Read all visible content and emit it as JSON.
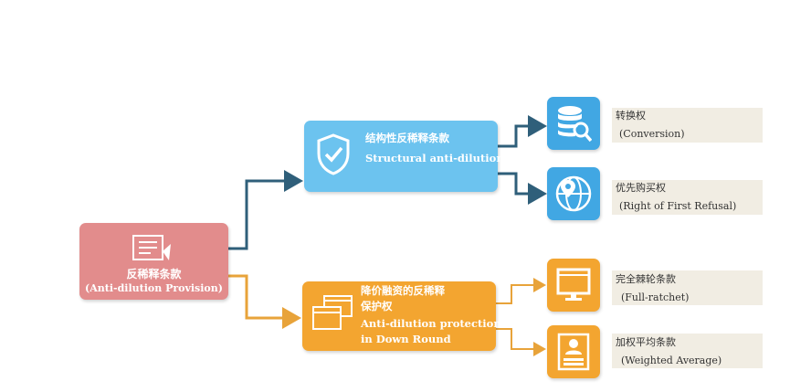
{
  "root": {
    "cn": "反稀释条款",
    "en": "(Anti-dilution Provision)"
  },
  "structural": {
    "cn": "结构性反稀释条款",
    "en": "Structural  anti-dilution"
  },
  "down_round": {
    "cn1": "降价融资的反稀释",
    "cn2": "保护权",
    "en1": "Anti-dilution protection",
    "en2": "in Down Round"
  },
  "leaves": [
    {
      "cn": "转换权",
      "en": "(Conversion)",
      "icon": "database-search-icon"
    },
    {
      "cn": "优先购买权",
      "en": "(Right  of First Refusal)",
      "icon": "globe-location-icon"
    },
    {
      "cn": "完全棘轮条款",
      "en": "(Full-ratchet)",
      "icon": "monitor-icon"
    },
    {
      "cn": "加权平均条款",
      "en": "(Weighted  Average)",
      "icon": "id-card-icon"
    }
  ],
  "colors": {
    "root": "#e28c8c",
    "blue": "#6cc3ef",
    "blue_dark": "#41a7e3",
    "orange": "#f3a530",
    "connector_blue": "#2f5f7a",
    "connector_orange": "#e8a33a"
  }
}
